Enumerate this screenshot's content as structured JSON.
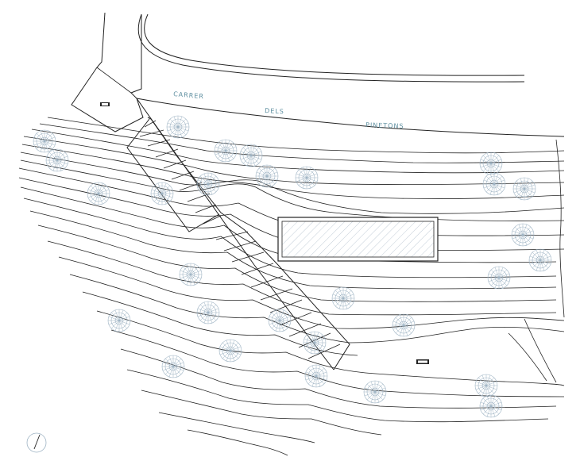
{
  "street_label": {
    "word_1": "CARRER",
    "word_2": "DELS",
    "word_3": "PINETONS"
  },
  "colors": {
    "line": "#222222",
    "street_text": "#5e8fa0",
    "tree": "#9fb4c4",
    "hatch": "#a9b8c6",
    "background": "#ffffff"
  },
  "symbols": [
    "tree-icon",
    "north-arrow-icon",
    "level-marker-icon"
  ]
}
